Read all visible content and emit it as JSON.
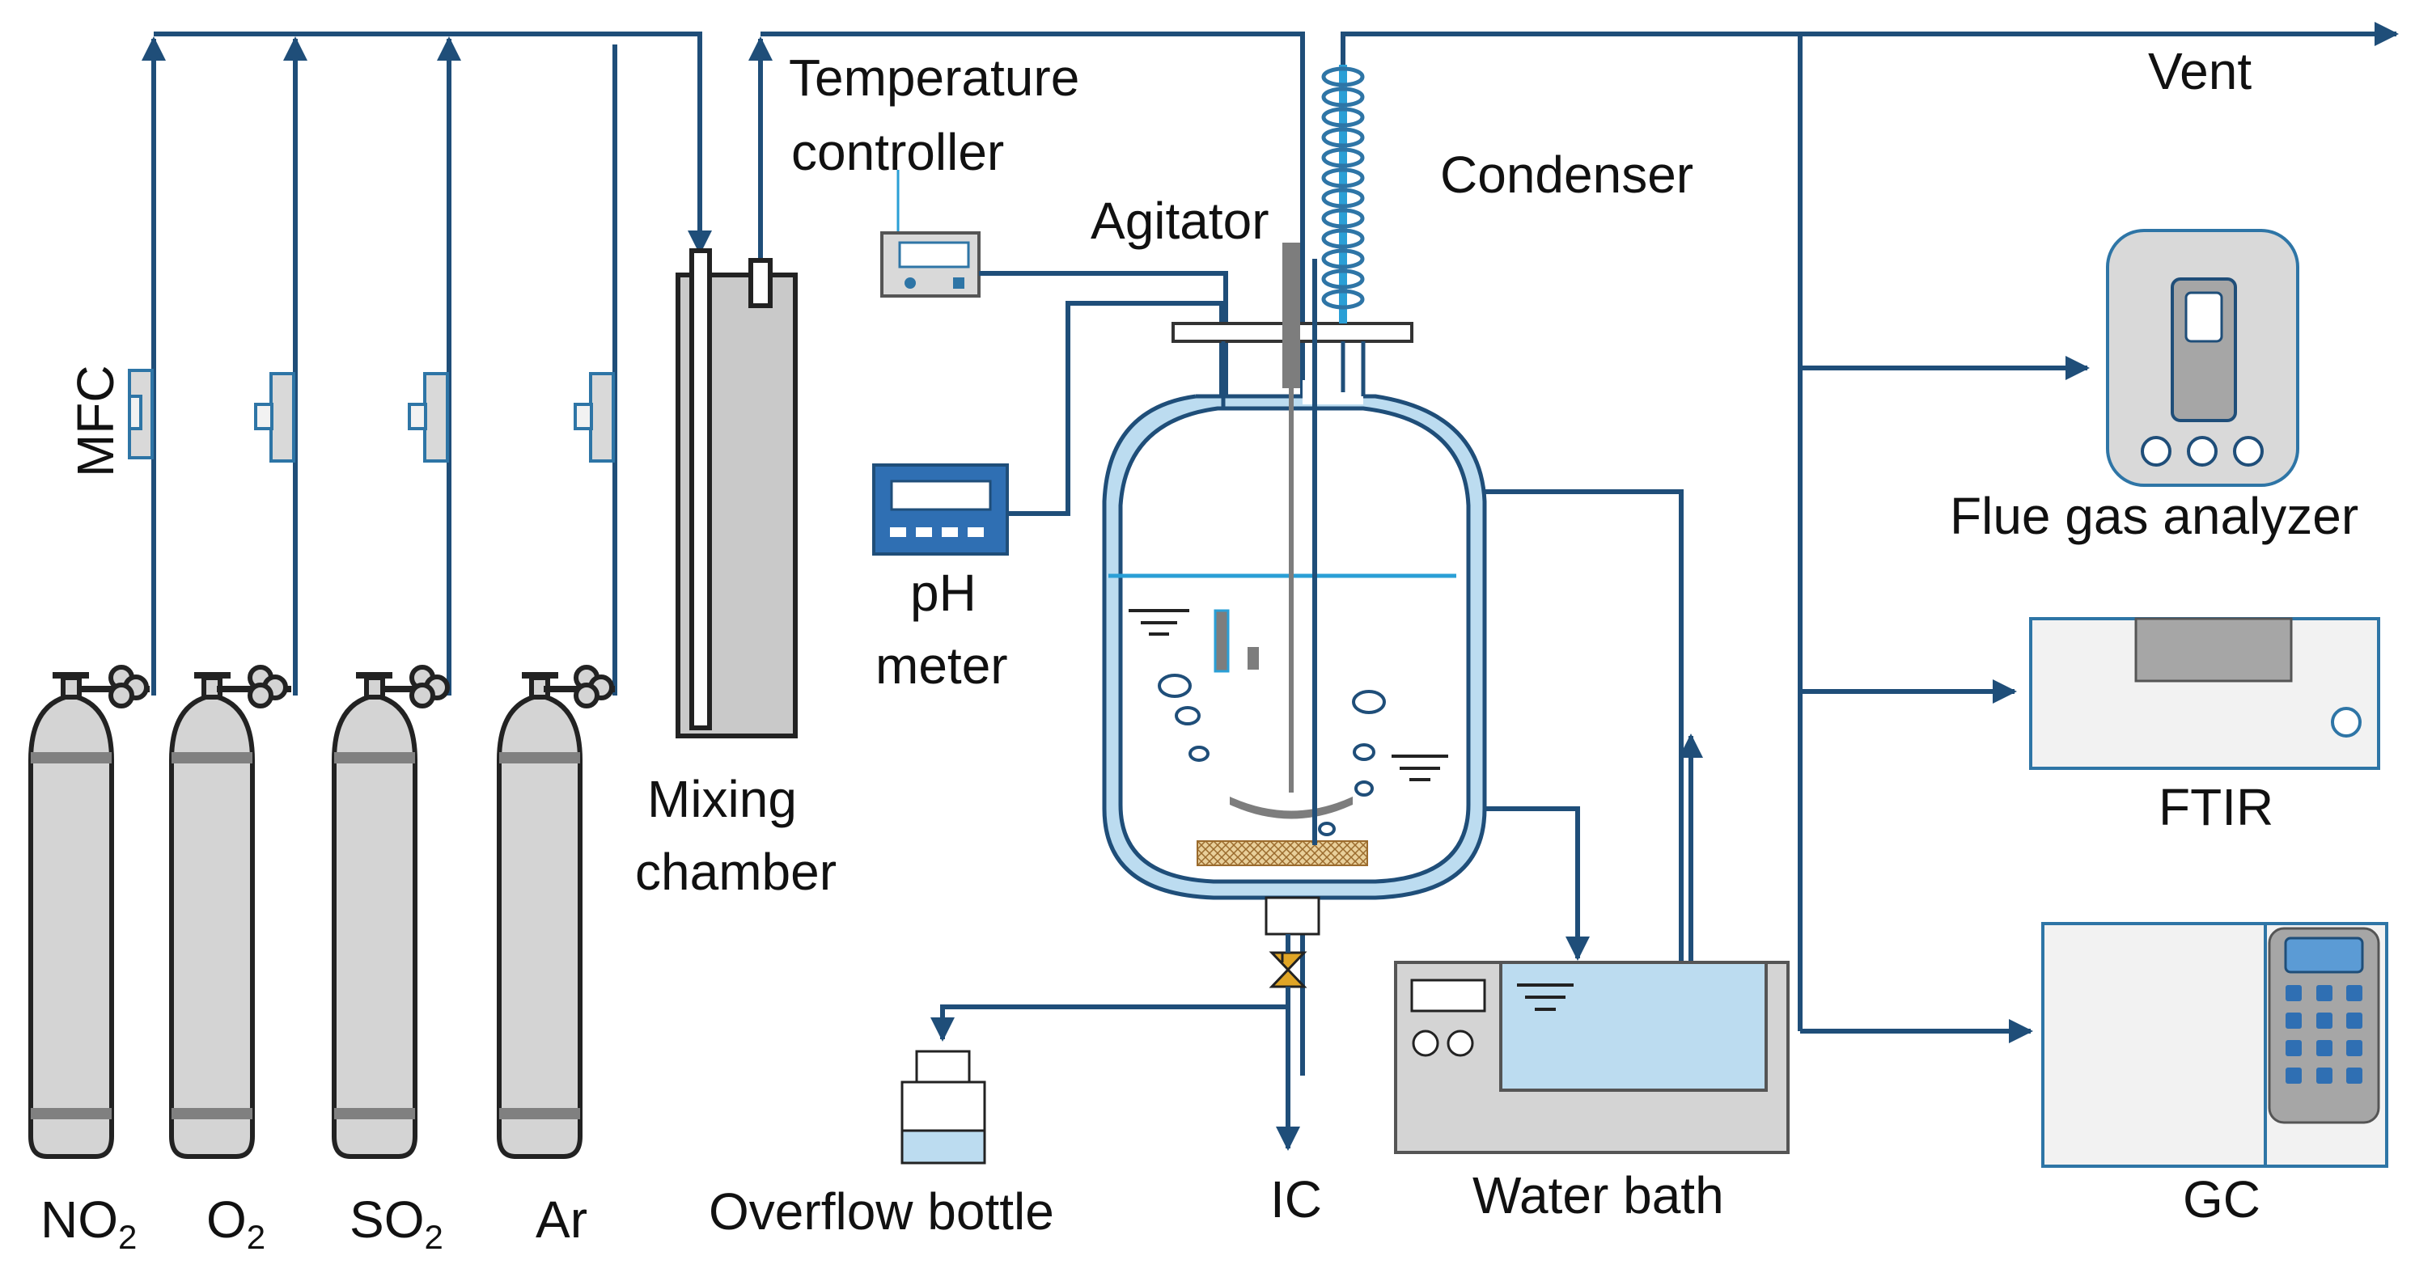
{
  "labels": {
    "temperature_controller_line1": "Temperature",
    "temperature_controller_line2": "controller",
    "agitator": "Agitator",
    "condenser": "Condenser",
    "vent": "Vent",
    "flue_gas_analyzer": "Flue gas analyzer",
    "ftir": "FTIR",
    "gc": "GC",
    "mfc": "MFC",
    "mixing_chamber_line1": "Mixing",
    "mixing_chamber_line2": "chamber",
    "ph_meter_line1": "pH",
    "ph_meter_line2": "meter",
    "overflow_bottle": "Overflow bottle",
    "ic": "IC",
    "water_bath": "Water bath"
  },
  "gases": [
    {
      "base": "NO",
      "sub": "2"
    },
    {
      "base": "O",
      "sub": "2"
    },
    {
      "base": "SO",
      "sub": "2"
    },
    {
      "base": "Ar",
      "sub": ""
    }
  ],
  "colors": {
    "line": "#1f4e79",
    "cylinder": "#d4d4d4",
    "outline": "#222222",
    "water": "#bcdcf0",
    "water_line": "#2a9fd6",
    "device_border": "#2e75a6",
    "device_fill": "#f2f2f2",
    "screen_dark": "#2f6fb3"
  }
}
